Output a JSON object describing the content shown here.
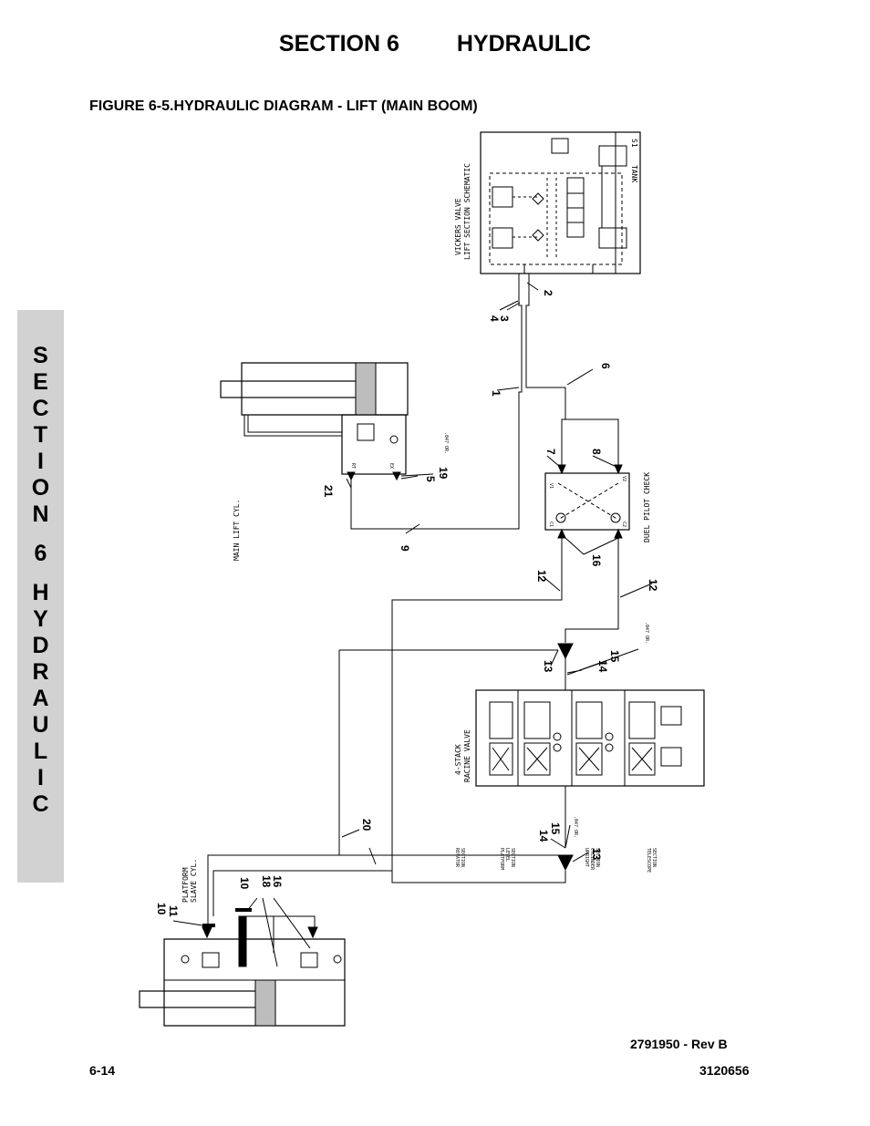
{
  "header": {
    "section": "SECTION 6",
    "title": "HYDRAULIC"
  },
  "figure_title": "FIGURE 6-5.HYDRAULIC DIAGRAM - LIFT (MAIN BOOM)",
  "side_tab": [
    "S",
    "E",
    "C",
    "T",
    "I",
    "O",
    "N",
    "",
    "6",
    "",
    "H",
    "Y",
    "D",
    "R",
    "A",
    "U",
    "L",
    "I",
    "C"
  ],
  "doc_number": "2791950 - Rev B",
  "footer": {
    "page": "6-14",
    "manual": "3120656"
  },
  "components": {
    "vickers_valve": [
      "VICKERS VALVE",
      "LIFT SECTION SCHEMATIC"
    ],
    "main_lift_cyl": "MAIN LIFT CYL.",
    "duel_pilot_check": "DUEL PILOT CHECK",
    "racine_valve": [
      "4-STACK",
      "RACINE VALVE"
    ],
    "platform_slave_cyl": [
      "PLATFORM",
      "SLAVE CYL."
    ],
    "orifice_note": ".047 OR.",
    "rotator_section": [
      "ROTATOR",
      "SECTION"
    ],
    "platform_level_section": [
      "PLATFORM",
      "LEVEL",
      "SECTION"
    ],
    "upright_cylinder_section": [
      "UPRIGHT",
      "CYLINDER",
      "SECTION"
    ],
    "telescope_section": [
      "TELESCOPE",
      "SECTION"
    ],
    "port_tank": "TANK",
    "port_rt": "RT",
    "port_ex": "EX",
    "port_v1": "V1",
    "port_v2": "V2",
    "port_c1": "C1",
    "port_c2": "C2"
  },
  "callouts": {
    "c1": "1",
    "c2": "2",
    "c3": "3",
    "c4": "4",
    "c5": "5",
    "c6": "6",
    "c7": "7",
    "c8": "8",
    "c9": "9",
    "c10": "10",
    "c11": "11",
    "c12a": "12",
    "c12b": "12",
    "c13a": "13",
    "c13b": "13",
    "c14a": "14",
    "c14b": "14",
    "c15a": "15",
    "c15b": "15",
    "c16a": "16",
    "c16b": "16",
    "c18": "18",
    "c19": "19",
    "c20": "20",
    "c21": "21",
    "c10b": "10"
  }
}
